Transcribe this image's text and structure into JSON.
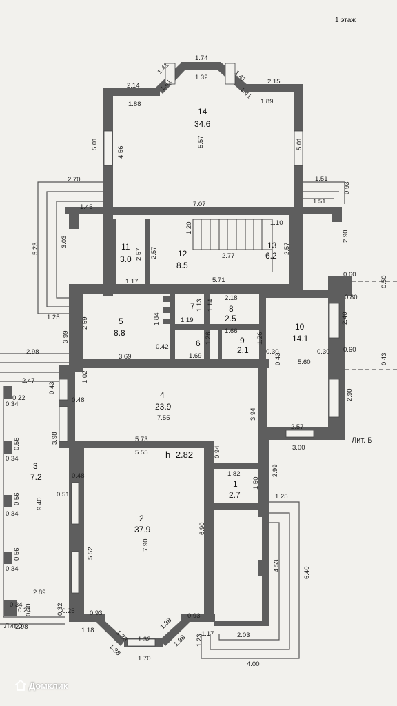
{
  "floor_label": "1 этаж",
  "lit_b": "Лит. Б",
  "lit_b_small": "Лит.б",
  "ceiling_height": "h=2.82",
  "watermark": "Домклик",
  "rooms": [
    {
      "number": "14",
      "area": "34.6"
    },
    {
      "number": "11",
      "area": "3.0"
    },
    {
      "number": "12",
      "area": "8.5"
    },
    {
      "number": "13",
      "area": "6.2"
    },
    {
      "number": "5",
      "area": "8.8"
    },
    {
      "number": "7",
      "area": ""
    },
    {
      "number": "8",
      "area": "2.5"
    },
    {
      "number": "6",
      "area": ""
    },
    {
      "number": "9",
      "area": "2.1"
    },
    {
      "number": "10",
      "area": "14.1"
    },
    {
      "number": "4",
      "area": "23.9"
    },
    {
      "number": "3",
      "area": "7.2"
    },
    {
      "number": "1",
      "area": "2.7"
    },
    {
      "number": "2",
      "area": "37.9"
    }
  ],
  "dimensions": [
    "1.74",
    "1.41",
    "1.32",
    "1.41",
    "1.41",
    "1.41",
    "2.14",
    "2.15",
    "1.88",
    "1.89",
    "5.01",
    "4.56",
    "5.57",
    "5.01",
    "2.70",
    "1.51",
    "0.93",
    "1.51",
    "1.45",
    "7.07",
    "1.10",
    "1.20",
    "5.23",
    "3.03",
    "2.57",
    "2.57",
    "2.77",
    "2.57",
    "2.90",
    "1.17",
    "5.71",
    "0.60",
    "0.50",
    "0.80",
    "2.18",
    "1.13",
    "1.14",
    "1.19",
    "1.84",
    "2.59",
    "1.25",
    "3.99",
    "1.66",
    "1.26",
    "1.26",
    "2.40",
    "0.42",
    "1.69",
    "0.30",
    "0.43",
    "5.60",
    "0.30",
    "0.60",
    "0.43",
    "2.98",
    "3.69",
    "1.02",
    "0.43",
    "2.47",
    "0.22",
    "0.34",
    "0.48",
    "7.55",
    "3.94",
    "2.90",
    "2.57",
    "3.00",
    "3.98",
    "5.73",
    "0.56",
    "0.34",
    "5.55",
    "0.94",
    "1.82",
    "2.99",
    "0.48",
    "1.50",
    "0.51",
    "0.56",
    "0.34",
    "9.40",
    "1.25",
    "6.90",
    "4.53",
    "7.90",
    "5.52",
    "0.56",
    "0.34",
    "6.40",
    "2.89",
    "0.34",
    "0.24",
    "0.30",
    "0.25",
    "0.32",
    "0.93",
    "0.93",
    "2.98",
    "1.18",
    "1.38",
    "1.38",
    "1.17",
    "2.03",
    "1.38",
    "1.32",
    "1.38",
    "1.23",
    "1.70",
    "4.00"
  ]
}
